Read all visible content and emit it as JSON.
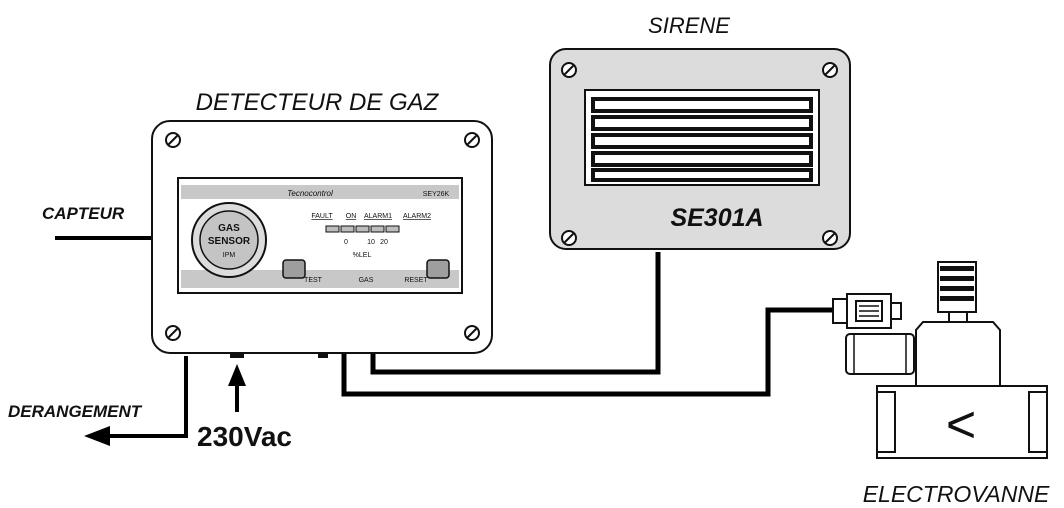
{
  "labels": {
    "sirene": "SIRENE",
    "detecteur": "DETECTEUR DE GAZ",
    "capteur": "CAPTEUR",
    "derangement": "DERANGEMENT",
    "power": "230Vac",
    "electrovanne": "ELECTROVANNE"
  },
  "siren": {
    "model": "SE301A"
  },
  "detector_panel": {
    "brand": "Tecnocontrol",
    "model": "SEY26K",
    "sensor_line1": "GAS",
    "sensor_line2": "SENSOR",
    "sensor_line3": "IPM",
    "leds": [
      "FAULT",
      "ON",
      "ALARM1",
      "ALARM2"
    ],
    "scale": [
      "0",
      "10",
      "20"
    ],
    "unit": "%LEL",
    "button_test": "TEST",
    "button_reset": "RESET",
    "gas_label": "GAS"
  },
  "valve": {
    "direction_symbol": "<"
  }
}
